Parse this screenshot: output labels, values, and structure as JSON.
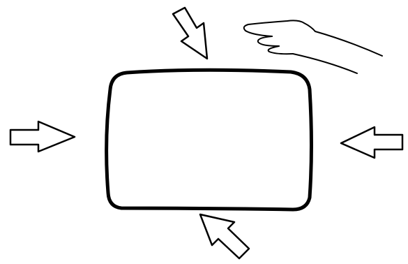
{
  "diagram": {
    "elements": {
      "frame": "rounded-rectangle",
      "arrows": [
        {
          "name": "arrow-top",
          "direction": "down-right",
          "icon": "outline-arrow"
        },
        {
          "name": "arrow-left",
          "direction": "right",
          "icon": "outline-arrow"
        },
        {
          "name": "arrow-right",
          "direction": "left",
          "icon": "outline-arrow"
        },
        {
          "name": "arrow-bottom",
          "direction": "up-left",
          "icon": "outline-arrow"
        }
      ],
      "hand": {
        "name": "pointing-hand-icon",
        "direction": "left"
      }
    },
    "colors": {
      "stroke": "#000000",
      "fill": "#ffffff",
      "background": "#ffffff"
    }
  }
}
